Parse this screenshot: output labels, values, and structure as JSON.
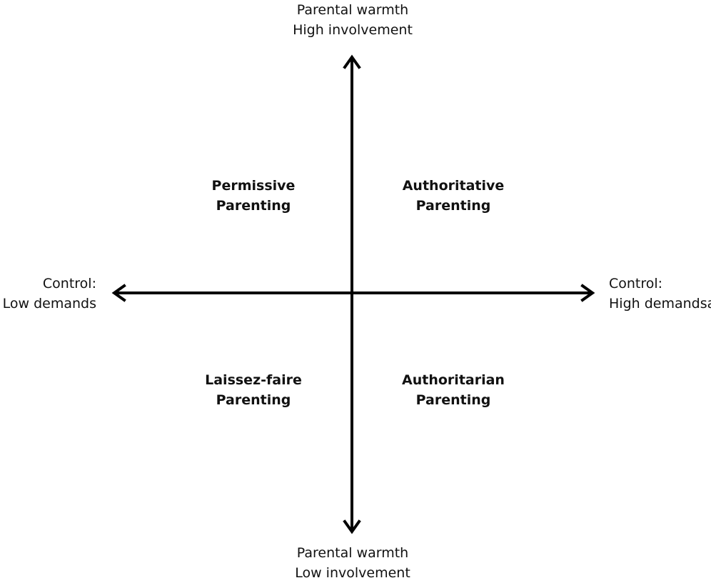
{
  "axes": {
    "top": {
      "line1": "Parental warmth",
      "line2": "High involvement"
    },
    "bottom": {
      "line1": "Parental warmth",
      "line2": "Low involvement"
    },
    "left": {
      "line1": "Control:",
      "line2": "Low demands"
    },
    "right": {
      "line1": "Control:",
      "line2": "High demandsa"
    }
  },
  "quadrants": {
    "top_left": {
      "line1": "Permissive",
      "line2": "Parenting"
    },
    "top_right": {
      "line1": "Authoritative",
      "line2": "Parenting"
    },
    "bottom_left": {
      "line1": "Laissez-faire",
      "line2": "Parenting"
    },
    "bottom_right": {
      "line1": "Authoritarian",
      "line2": "Parenting"
    }
  }
}
